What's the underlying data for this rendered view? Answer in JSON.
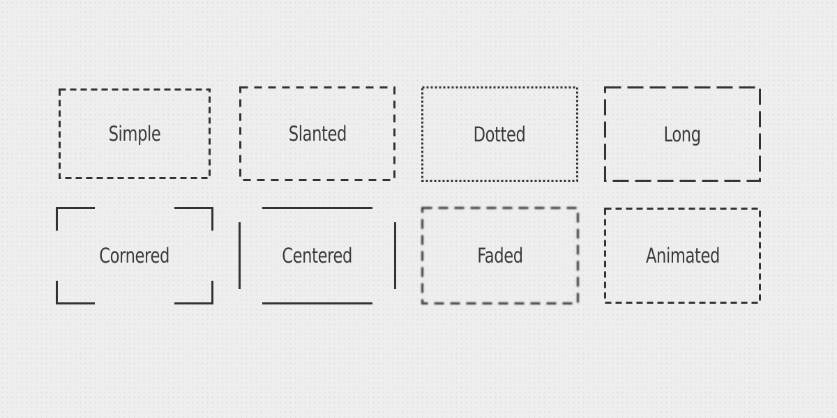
{
  "tiles": {
    "simple": "Simple",
    "slanted": "Slanted",
    "dotted": "Dotted",
    "long": "Long",
    "cornered": "Cornered",
    "centered": "Centered",
    "faded": "Faded",
    "animated": "Animated"
  },
  "colors": {
    "background": "#eeeeee",
    "stroke": "#333333",
    "text": "#3a3a3a"
  }
}
